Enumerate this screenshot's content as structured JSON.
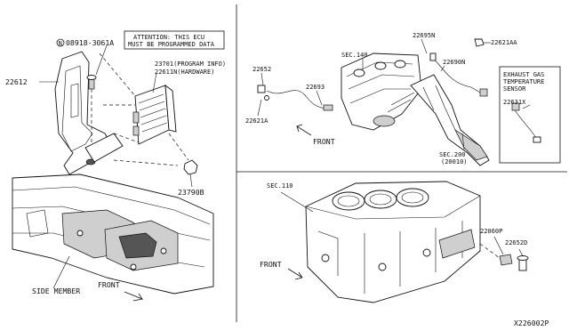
{
  "labels": {
    "part_22612": "22612",
    "part_08918": "08918-3061A",
    "attention_line1": "ATTENTION: THIS ECU",
    "attention_line2": "MUST BE PROGRAMMED DATA",
    "part_23701": "23701(PROGRAM INFO)",
    "part_22611n": "22611N(HARDWARE)",
    "part_23790b": "23790B",
    "side_member": "SIDE MEMBER",
    "front_1": "FRONT",
    "part_22652": "22652",
    "part_22621a": "22621A",
    "part_22693": "22693",
    "sec_140": "SEC.140",
    "front_2": "FRONT",
    "part_22695n": "22695N",
    "part_22621aa": "22621AA",
    "part_22690n": "22690N",
    "sec_200": "SEC.200",
    "sec_200_sub": "(20010)",
    "exhaust_line1": "EXHAUST GAS",
    "exhaust_line2": "TEMPERATURE",
    "exhaust_line3": "SENSOR",
    "part_22631x": "22631X",
    "sec_110": "SEC.110",
    "front_3": "FRONT",
    "part_22060p": "22060P",
    "part_22652d": "22652D",
    "diagram_id": "X226002P"
  }
}
